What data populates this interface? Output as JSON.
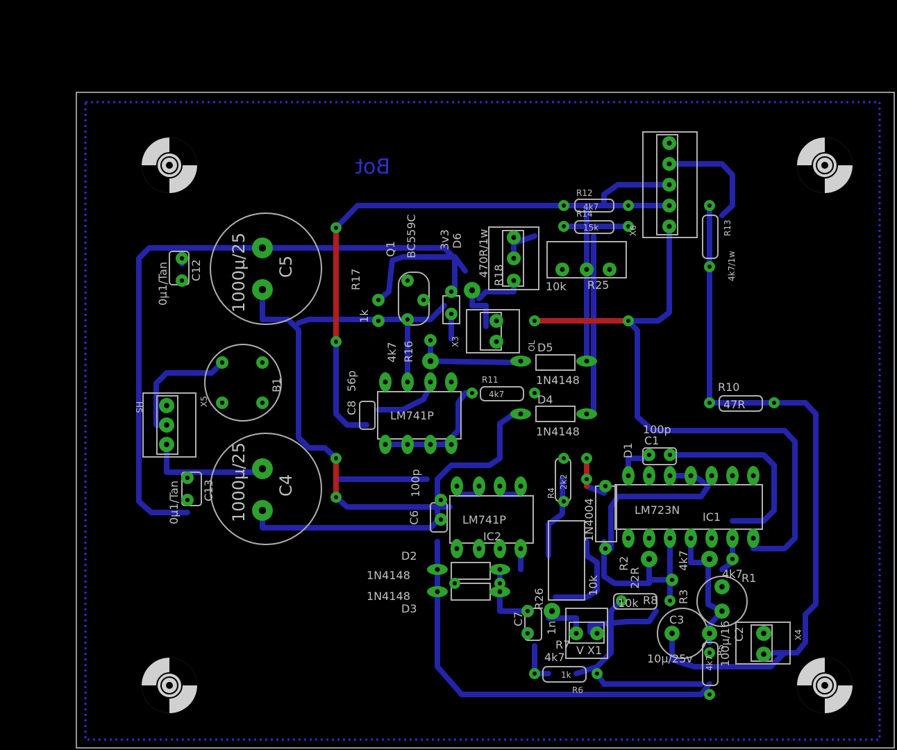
{
  "board": {
    "layer_label": "Bot",
    "colors": {
      "background": "#000000",
      "trace_bottom": "#2424a8",
      "trace_top": "#b01e1e",
      "pad": "#2ca02c",
      "silkscreen": "#c0c0c0",
      "keepout": "#2e2ec8"
    }
  },
  "components": {
    "C5": {
      "name": "C5",
      "value": "1000µ/25"
    },
    "C4": {
      "name": "C4",
      "value": "1000µ/25"
    },
    "C12": {
      "name": "C12",
      "value": "0µ1/Tan"
    },
    "C13": {
      "name": "C13",
      "value": "0µ1/Tan"
    },
    "B1": {
      "name": "B1"
    },
    "X5": {
      "name": "X5",
      "extra": "HS"
    },
    "Q1": {
      "name": "Q1",
      "value": "BC559C"
    },
    "R17": {
      "name": "R17",
      "value": "1k"
    },
    "R16": {
      "name": "R16",
      "value": "4k7"
    },
    "D6": {
      "name": "D6",
      "value": "3v3"
    },
    "X3": {
      "name": "X3"
    },
    "R18": {
      "name": "R18",
      "value": "470R/1w"
    },
    "X6": {
      "name": "X6"
    },
    "R25": {
      "name": "R25",
      "value": "10k"
    },
    "R12": {
      "name": "R12",
      "value": "4k7"
    },
    "R14": {
      "name": "R14",
      "value": "15k"
    },
    "R13": {
      "name": "R13",
      "value": "4k7/1w"
    },
    "D5": {
      "name": "D5",
      "value": "1N4148",
      "extra": "OL"
    },
    "D4": {
      "name": "D4",
      "value": "1N4148"
    },
    "R11": {
      "name": "R11",
      "value": "4k7"
    },
    "C8": {
      "name": "C8",
      "value": "56p"
    },
    "IC3": {
      "name": "LM741P"
    },
    "R10": {
      "name": "R10",
      "value": "47R"
    },
    "C1": {
      "name": "C1",
      "value": "100p"
    },
    "D1": {
      "name": "D1",
      "value": "1N4004"
    },
    "R4": {
      "name": "R4",
      "value": "2k2"
    },
    "IC1": {
      "name": "IC1",
      "value": "LM723N"
    },
    "C6": {
      "name": "C6",
      "value": "100p"
    },
    "IC2": {
      "name": "IC2",
      "value": "LM741P"
    },
    "D2": {
      "name": "D2",
      "value": "1N4148"
    },
    "D3": {
      "name": "D3",
      "value": "1N4148"
    },
    "R2": {
      "name": "R2",
      "value": "22R"
    },
    "R3": {
      "name": "R3",
      "value": "4k7"
    },
    "R1": {
      "name": "R1",
      "value": "4k7"
    },
    "R26": {
      "name": "R26",
      "value": "10k"
    },
    "R8": {
      "name": "R8",
      "value": "10k"
    },
    "C7": {
      "name": "C7",
      "value": "1n"
    },
    "R7": {
      "name": "R7",
      "value": "4k7"
    },
    "X1": {
      "name": "X1",
      "extra": "V"
    },
    "R6": {
      "name": "R6",
      "value": "1k"
    },
    "C3": {
      "name": "C3",
      "value": "10µ/25v"
    },
    "C2": {
      "name": "C2",
      "value": "100µ/16"
    },
    "R5": {
      "name": "R5",
      "value": "4k7"
    },
    "X4": {
      "name": "X4"
    }
  }
}
